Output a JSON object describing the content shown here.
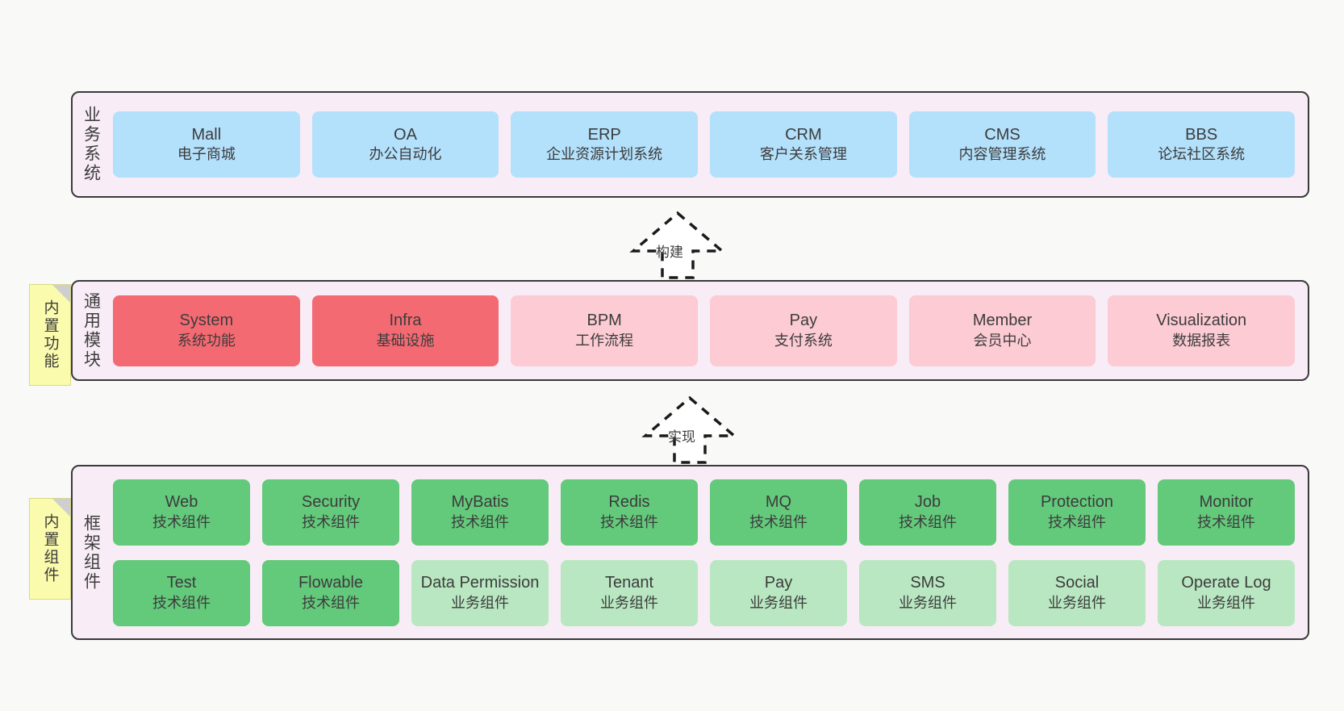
{
  "diagram": {
    "title": "",
    "background_color": "#f9f9f8",
    "layer_band_color": "#f8ecf6",
    "note_color": "#fbfbad"
  },
  "layers": [
    {
      "id": "business",
      "title": "业务系统",
      "note": null,
      "rows": [
        {
          "style": "c-blue",
          "cards": [
            {
              "t1": "Mall",
              "t2": "电子商城"
            },
            {
              "t1": "OA",
              "t2": "办公自动化"
            },
            {
              "t1": "ERP",
              "t2": "企业资源计划系统"
            },
            {
              "t1": "CRM",
              "t2": "客户关系管理"
            },
            {
              "t1": "CMS",
              "t2": "内容管理系统"
            },
            {
              "t1": "BBS",
              "t2": "论坛社区系统"
            }
          ]
        }
      ]
    },
    {
      "id": "common-module",
      "title": "通用模块",
      "note": "内置功能",
      "rows": [
        {
          "style": "mixed",
          "cards": [
            {
              "t1": "System",
              "t2": "系统功能",
              "style": "c-red"
            },
            {
              "t1": "Infra",
              "t2": "基础设施",
              "style": "c-red"
            },
            {
              "t1": "BPM",
              "t2": "工作流程",
              "style": "c-pink"
            },
            {
              "t1": "Pay",
              "t2": "支付系统",
              "style": "c-pink"
            },
            {
              "t1": "Member",
              "t2": "会员中心",
              "style": "c-pink"
            },
            {
              "t1": "Visualization",
              "t2": "数据报表",
              "style": "c-pink"
            }
          ]
        }
      ]
    },
    {
      "id": "framework-component",
      "title": "框架组件",
      "note": "内置组件",
      "rows": [
        {
          "style": "mixed",
          "cards": [
            {
              "t1": "Web",
              "t2": "技术组件",
              "style": "c-green"
            },
            {
              "t1": "Security",
              "t2": "技术组件",
              "style": "c-green"
            },
            {
              "t1": "MyBatis",
              "t2": "技术组件",
              "style": "c-green"
            },
            {
              "t1": "Redis",
              "t2": "技术组件",
              "style": "c-green"
            },
            {
              "t1": "MQ",
              "t2": "技术组件",
              "style": "c-green"
            },
            {
              "t1": "Job",
              "t2": "技术组件",
              "style": "c-green"
            },
            {
              "t1": "Protection",
              "t2": "技术组件",
              "style": "c-green"
            },
            {
              "t1": "Monitor",
              "t2": "技术组件",
              "style": "c-green"
            }
          ]
        },
        {
          "style": "mixed",
          "cards": [
            {
              "t1": "Test",
              "t2": "技术组件",
              "style": "c-green"
            },
            {
              "t1": "Flowable",
              "t2": "技术组件",
              "style": "c-green"
            },
            {
              "t1": "Data Permission",
              "t2": "业务组件",
              "style": "c-lightgreen"
            },
            {
              "t1": "Tenant",
              "t2": "业务组件",
              "style": "c-lightgreen"
            },
            {
              "t1": "Pay",
              "t2": "业务组件",
              "style": "c-lightgreen"
            },
            {
              "t1": "SMS",
              "t2": "业务组件",
              "style": "c-lightgreen"
            },
            {
              "t1": "Social",
              "t2": "业务组件",
              "style": "c-lightgreen"
            },
            {
              "t1": "Operate Log",
              "t2": "业务组件",
              "style": "c-lightgreen"
            }
          ]
        }
      ]
    }
  ],
  "connectors": [
    {
      "id": "build",
      "label": "构建",
      "from": "common-module",
      "to": "business"
    },
    {
      "id": "implement",
      "label": "实现",
      "from": "framework-component",
      "to": "common-module"
    }
  ]
}
